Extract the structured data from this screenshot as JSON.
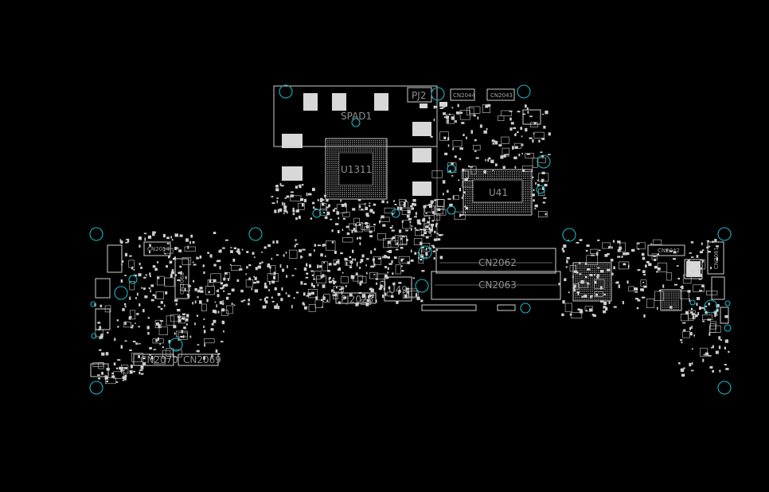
{
  "colors": {
    "background": "#000000",
    "silkscreen": "#cfcfcf",
    "label": "#9a9a9a",
    "mounting_hole": "#19b7c4"
  },
  "labels": {
    "spad1": "SPAD1",
    "pj2": "PJ2",
    "cn2044": "CN2044",
    "cn2043": "CN2043",
    "u1311": "U1311",
    "u41": "U41",
    "cn2062": "CN2062",
    "cn2063": "CN2063",
    "u49": "U49",
    "pj2028": "PJ2028",
    "cn2054": "CN2054",
    "cn2068": "CN2068",
    "cn2070": "CN2070",
    "cn2069": "CN2069",
    "cn2042": "CN2042",
    "cn2061": "CN2061"
  }
}
